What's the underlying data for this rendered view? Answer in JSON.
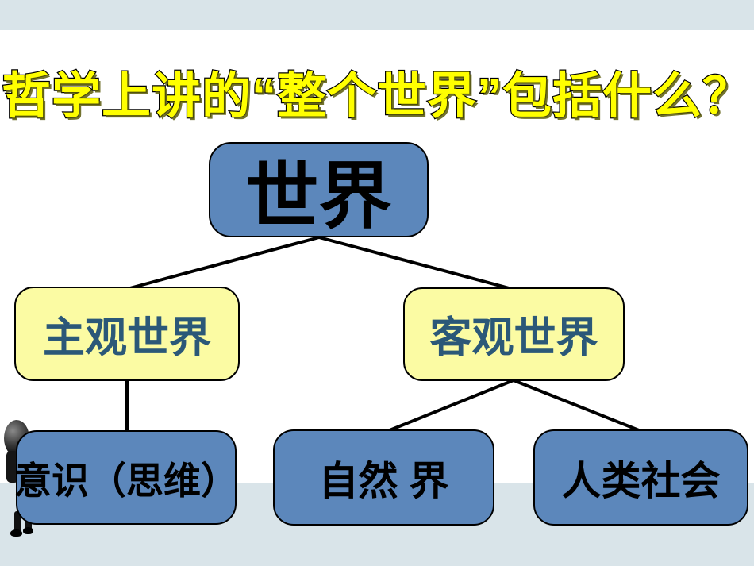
{
  "title": {
    "text": "哲学上讲的“整个世界”包括什么？"
  },
  "diagram": {
    "root": {
      "label": "世界"
    },
    "level2": [
      {
        "label": "主观世界"
      },
      {
        "label": "客观世界"
      }
    ],
    "level3": [
      {
        "label": "意识（思维）"
      },
      {
        "label": "自然 界"
      },
      {
        "label": "人类社会"
      }
    ]
  },
  "colors": {
    "title_text": "#ffff00",
    "title_outline": "#000000",
    "blue_box_fill": "#5c87bb",
    "yellow_box_fill": "#fbfba3",
    "yellow_box_text": "#2b5878",
    "box_border": "#000000",
    "connector_line": "#000000",
    "band": "#d9e4e9",
    "background": "#ffffff"
  }
}
